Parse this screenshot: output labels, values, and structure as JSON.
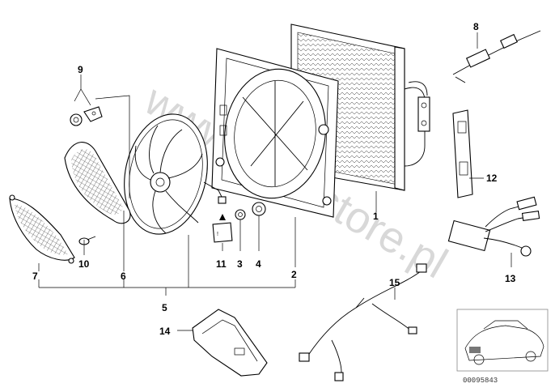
{
  "watermark": "www.bmwstore.pl",
  "reference_number": "00095843",
  "callouts": {
    "c1": "1",
    "c2": "2",
    "c3": "3",
    "c4": "4",
    "c5": "5",
    "c6": "6",
    "c7": "7",
    "c8": "8",
    "c9": "9",
    "c10": "10",
    "c11": "11",
    "c12": "12",
    "c13": "13",
    "c14": "14",
    "c15": "15"
  },
  "icons": {
    "fan": "electric-fan-icon",
    "car": "car-location-thumbnail-icon"
  }
}
